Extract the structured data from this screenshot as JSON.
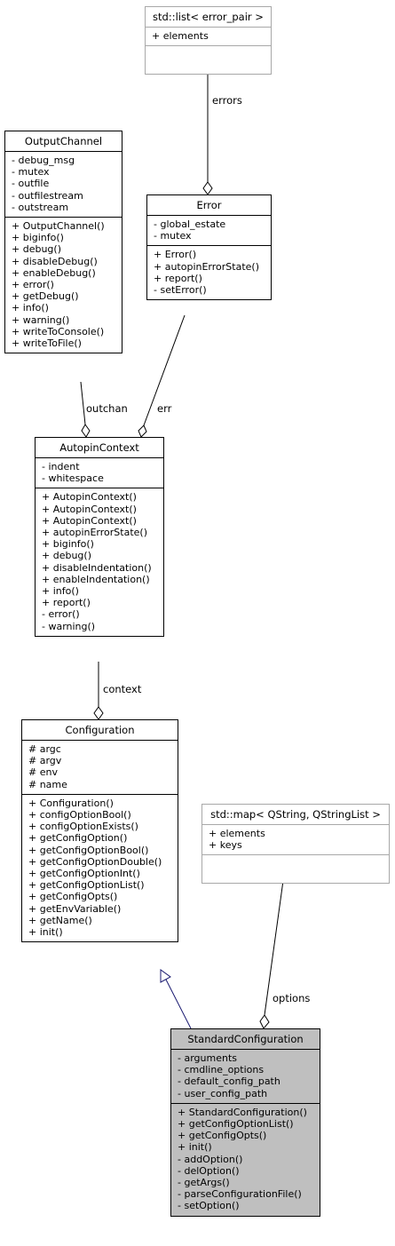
{
  "classes": {
    "list_error_pair": {
      "title": "std::list< error_pair >",
      "attributes": [
        "+ elements"
      ],
      "methods": []
    },
    "output_channel": {
      "title": "OutputChannel",
      "attributes": [
        "- debug_msg",
        "- mutex",
        "- outfile",
        "- outfilestream",
        "- outstream"
      ],
      "methods": [
        "+ OutputChannel()",
        "+ biginfo()",
        "+ debug()",
        "+ disableDebug()",
        "+ enableDebug()",
        "+ error()",
        "+ getDebug()",
        "+ info()",
        "+ warning()",
        "+ writeToConsole()",
        "+ writeToFile()"
      ]
    },
    "error": {
      "title": "Error",
      "attributes": [
        "- global_estate",
        "- mutex"
      ],
      "methods": [
        "+ Error()",
        "+ autopinErrorState()",
        "+ report()",
        "- setError()"
      ]
    },
    "autopin_context": {
      "title": "AutopinContext",
      "attributes": [
        "- indent",
        "- whitespace"
      ],
      "methods": [
        "+ AutopinContext()",
        "+ AutopinContext()",
        "+ AutopinContext()",
        "+ autopinErrorState()",
        "+ biginfo()",
        "+ debug()",
        "+ disableIndentation()",
        "+ enableIndentation()",
        "+ info()",
        "+ report()",
        "- error()",
        "- warning()"
      ]
    },
    "configuration": {
      "title": "Configuration",
      "attributes": [
        "# argc",
        "# argv",
        "# env",
        "# name"
      ],
      "methods": [
        "+ Configuration()",
        "+ configOptionBool()",
        "+ configOptionExists()",
        "+ getConfigOption()",
        "+ getConfigOptionBool()",
        "+ getConfigOptionDouble()",
        "+ getConfigOptionInt()",
        "+ getConfigOptionList()",
        "+ getConfigOpts()",
        "+ getEnvVariable()",
        "+ getName()",
        "+ init()"
      ]
    },
    "map_qstring": {
      "title": "std::map< QString, QStringList >",
      "attributes": [
        "+ elements",
        "+ keys"
      ],
      "methods": []
    },
    "standard_configuration": {
      "title": "StandardConfiguration",
      "attributes": [
        "- arguments",
        "- cmdline_options",
        "- default_config_path",
        "- user_config_path"
      ],
      "methods": [
        "+ StandardConfiguration()",
        "+ getConfigOptionList()",
        "+ getConfigOpts()",
        "+ init()",
        "- addOption()",
        "- delOption()",
        "- getArgs()",
        "- parseConfigurationFile()",
        "- setOption()"
      ]
    }
  },
  "edges": {
    "errors": "errors",
    "outchan": "outchan",
    "err": "err",
    "context": "context",
    "options": "options"
  },
  "colors": {
    "highlight_fill": "#bfbfbf",
    "gray_border": "#a8a8a8",
    "inheritance_arrow": "#191970"
  }
}
